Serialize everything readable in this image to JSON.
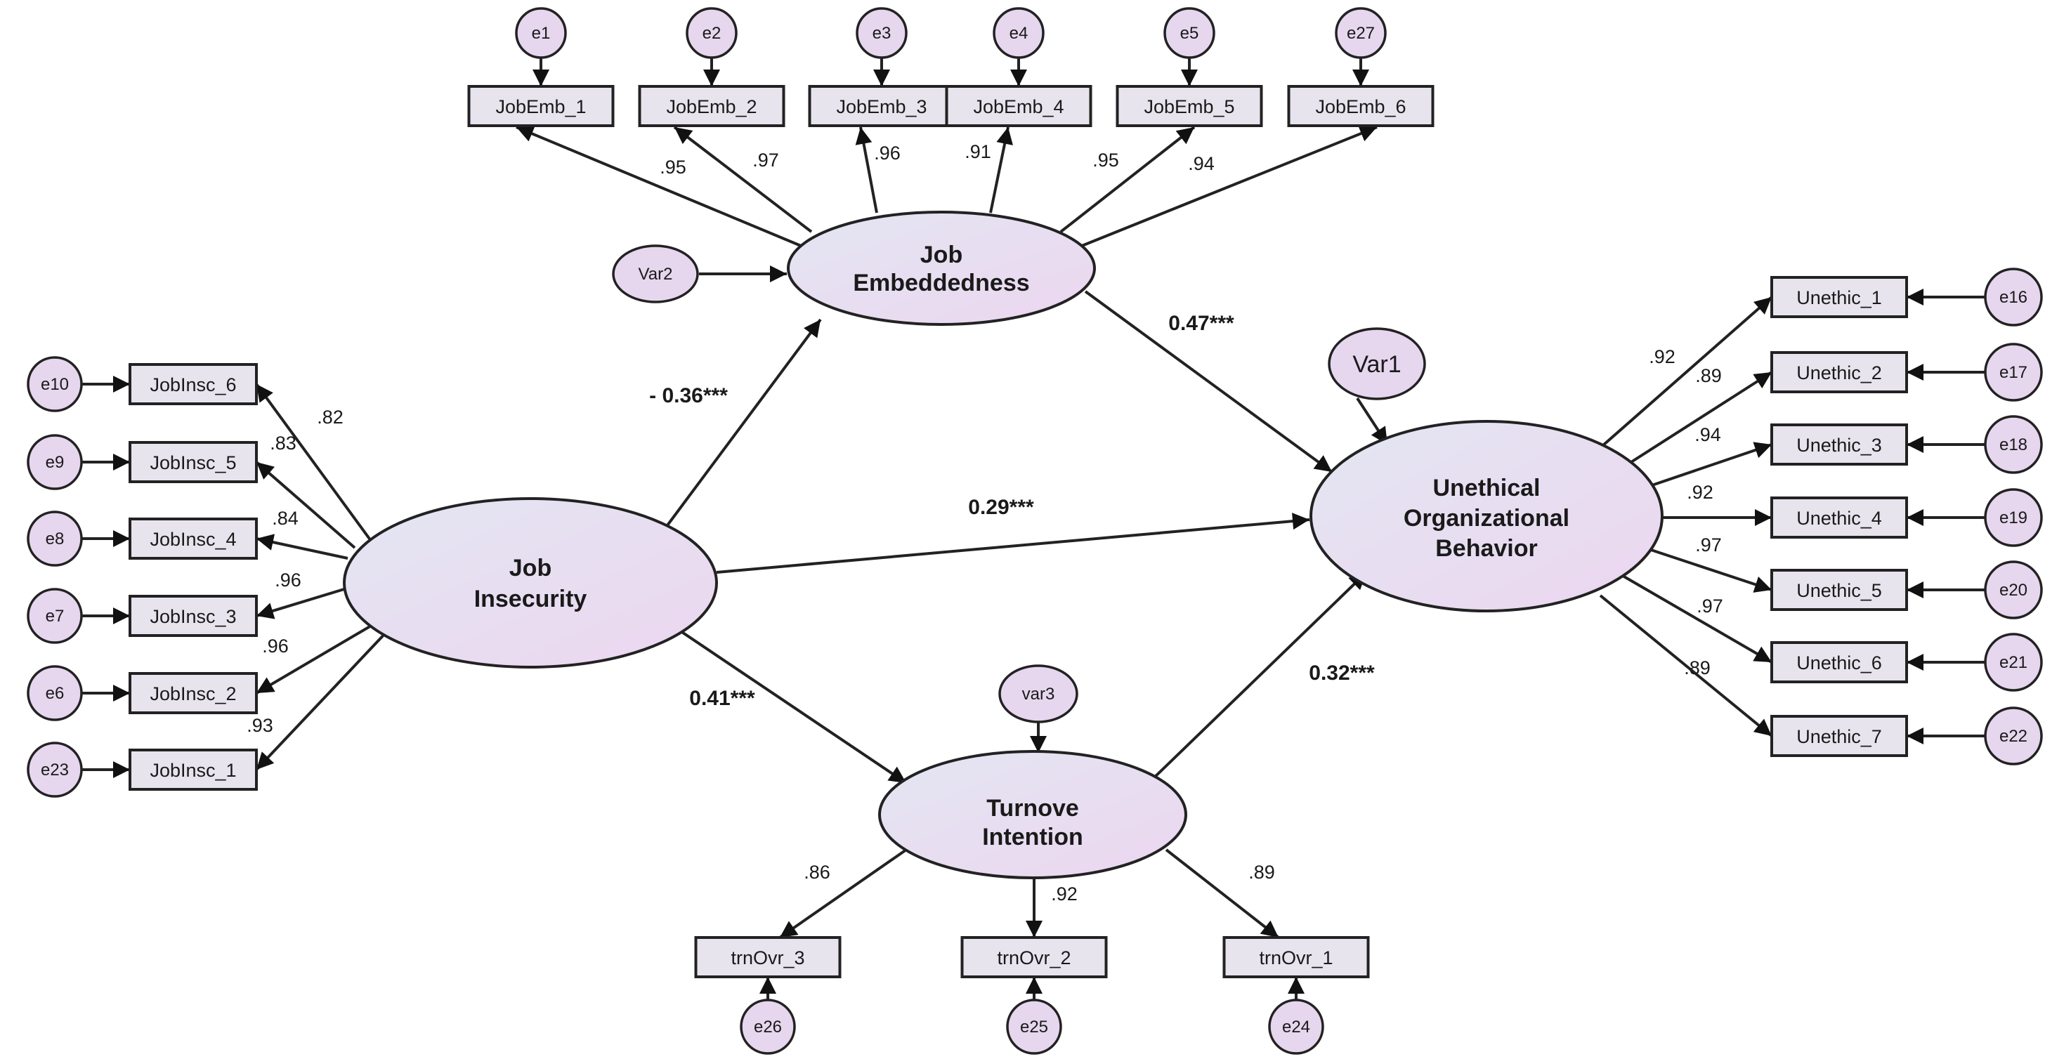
{
  "latents": [
    {
      "id": "JI",
      "label_lines": [
        "Job",
        "Insecurity"
      ]
    },
    {
      "id": "JE",
      "label_lines": [
        "Job",
        "Embeddedness"
      ]
    },
    {
      "id": "UOB",
      "label_lines": [
        "Unethical",
        "Organizational",
        "Behavior"
      ]
    },
    {
      "id": "TI",
      "label_lines": [
        "Turnove",
        "Intention"
      ]
    }
  ],
  "observed": [
    {
      "id": "JobEmb_1",
      "error": "e1"
    },
    {
      "id": "JobEmb_2",
      "error": "e2"
    },
    {
      "id": "JobEmb_3",
      "error": "e3"
    },
    {
      "id": "JobEmb_4",
      "error": "e4"
    },
    {
      "id": "JobEmb_5",
      "error": "e5"
    },
    {
      "id": "JobEmb_6",
      "error": "e27"
    },
    {
      "id": "JobInsc_6",
      "error": "e10"
    },
    {
      "id": "JobInsc_5",
      "error": "e9"
    },
    {
      "id": "JobInsc_4",
      "error": "e8"
    },
    {
      "id": "JobInsc_3",
      "error": "e7"
    },
    {
      "id": "JobInsc_2",
      "error": "e6"
    },
    {
      "id": "JobInsc_1",
      "error": "e23"
    },
    {
      "id": "Unethic_1",
      "error": "e16"
    },
    {
      "id": "Unethic_2",
      "error": "e17"
    },
    {
      "id": "Unethic_3",
      "error": "e18"
    },
    {
      "id": "Unethic_4",
      "error": "e19"
    },
    {
      "id": "Unethic_5",
      "error": "e20"
    },
    {
      "id": "Unethic_6",
      "error": "e21"
    },
    {
      "id": "Unethic_7",
      "error": "e22"
    },
    {
      "id": "trnOvr_3",
      "error": "e26"
    },
    {
      "id": "trnOvr_2",
      "error": "e25"
    },
    {
      "id": "trnOvr_1",
      "error": "e24"
    }
  ],
  "disturbances": [
    {
      "id": "Var2",
      "target": "JE"
    },
    {
      "id": "Var1",
      "target": "UOB"
    },
    {
      "id": "var3",
      "target": "TI"
    }
  ],
  "loadings": [
    {
      "from": "JE",
      "to": "JobEmb_1",
      "value": ".95"
    },
    {
      "from": "JE",
      "to": "JobEmb_2",
      "value": ".97"
    },
    {
      "from": "JE",
      "to": "JobEmb_3",
      "value": ".96"
    },
    {
      "from": "JE",
      "to": "JobEmb_4",
      "value": ".91"
    },
    {
      "from": "JE",
      "to": "JobEmb_5",
      "value": ".95"
    },
    {
      "from": "JE",
      "to": "JobEmb_6",
      "value": ".94"
    },
    {
      "from": "JI",
      "to": "JobInsc_6",
      "value": ".82"
    },
    {
      "from": "JI",
      "to": "JobInsc_5",
      "value": ".83"
    },
    {
      "from": "JI",
      "to": "JobInsc_4",
      "value": ".84"
    },
    {
      "from": "JI",
      "to": "JobInsc_3",
      "value": ".96"
    },
    {
      "from": "JI",
      "to": "JobInsc_2",
      "value": ".96"
    },
    {
      "from": "JI",
      "to": "JobInsc_1",
      "value": ".93"
    },
    {
      "from": "UOB",
      "to": "Unethic_1",
      "value": ".92"
    },
    {
      "from": "UOB",
      "to": "Unethic_2",
      "value": ".89"
    },
    {
      "from": "UOB",
      "to": "Unethic_3",
      "value": ".94"
    },
    {
      "from": "UOB",
      "to": "Unethic_4",
      "value": ".92"
    },
    {
      "from": "UOB",
      "to": "Unethic_5",
      "value": ".97"
    },
    {
      "from": "UOB",
      "to": "Unethic_6",
      "value": ".97"
    },
    {
      "from": "UOB",
      "to": "Unethic_7",
      "value": ".89"
    },
    {
      "from": "TI",
      "to": "trnOvr_3",
      "value": ".86"
    },
    {
      "from": "TI",
      "to": "trnOvr_2",
      "value": ".92"
    },
    {
      "from": "TI",
      "to": "trnOvr_1",
      "value": ".89"
    }
  ],
  "paths": [
    {
      "from": "JI",
      "to": "JE",
      "value": "- 0.36***"
    },
    {
      "from": "JE",
      "to": "UOB",
      "value": "0.47***"
    },
    {
      "from": "JI",
      "to": "UOB",
      "value": "0.29***"
    },
    {
      "from": "JI",
      "to": "TI",
      "value": "0.41***"
    },
    {
      "from": "TI",
      "to": "UOB",
      "value": "0.32***"
    }
  ]
}
